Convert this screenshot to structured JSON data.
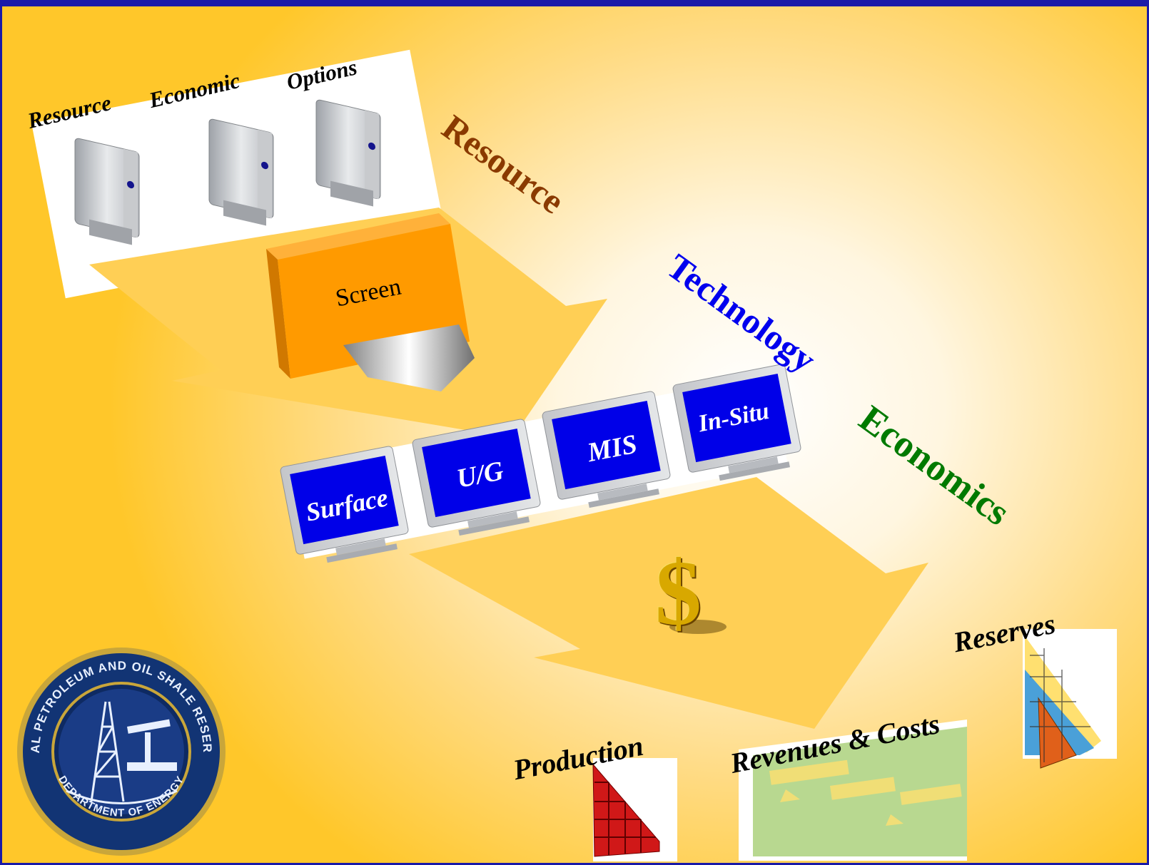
{
  "database_labels": [
    "Resource",
    "Economic",
    "Options"
  ],
  "screen_box_label": "Screen",
  "flow_words": {
    "resource": {
      "text": "Resource",
      "color": "#8a3a00"
    },
    "technology": {
      "text": "Technology",
      "color": "#0000ee"
    },
    "economics": {
      "text": "Economics",
      "color": "#007a00"
    }
  },
  "monitors": [
    "Surface",
    "U/G",
    "MIS",
    "In-Situ"
  ],
  "dollar_symbol": "$",
  "outputs": {
    "production": "Production",
    "revenues_costs": "Revenues & Costs",
    "reserves": "Reserves"
  },
  "seal": {
    "top_text": "NAVAL PETROLEUM AND OIL SHALE RESERVES",
    "bottom_text": "DEPARTMENT OF ENERGY"
  }
}
